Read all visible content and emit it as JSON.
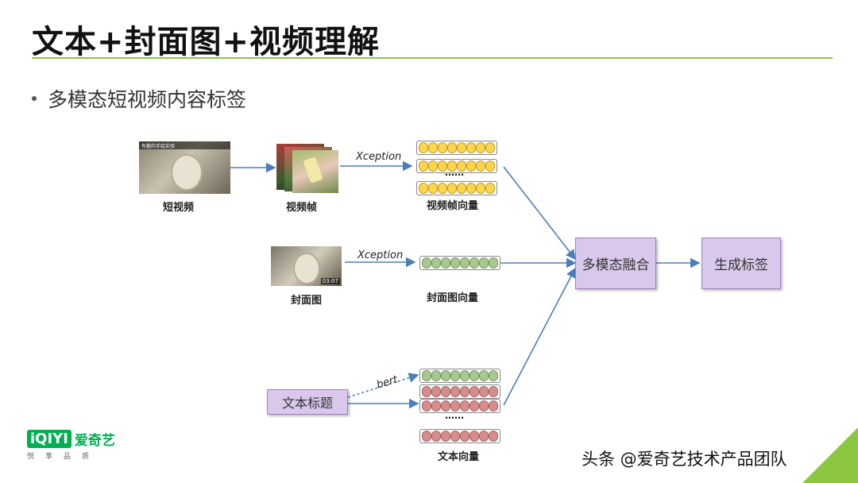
{
  "title": "文本+封面图+视频理解",
  "bullet": "多模态短视频内容标签",
  "labels": {
    "short_video": "短视频",
    "video_frames": "视频帧",
    "frame_vectors": "视频帧向量",
    "cover_image": "封面图",
    "cover_vector": "封面图向量",
    "text_vectors": "文本向量"
  },
  "edge_labels": {
    "xception_1": "Xception",
    "xception_2": "Xception",
    "bert": "bert"
  },
  "ellipsis": "……",
  "thumb_texts": {
    "video_caption": "有趣的手绘实验",
    "cover_time": "03:07"
  },
  "boxes": {
    "title_text": "文本标题",
    "fusion": "多模态融合",
    "generate": "生成标签"
  },
  "logo": {
    "mark": "iQIYI",
    "name": "爱奇艺",
    "sub": "悦享品质"
  },
  "watermark": "头条 @爱奇艺技术产品团队",
  "colors": {
    "accent": "#8cc63f",
    "box_fill": "#d9c8eb",
    "arrow": "#4a7ebb",
    "yellow_token": "#ffd54a",
    "green_token": "#a8c98e",
    "red_token": "#d98c8c",
    "logo_green": "#00b050"
  }
}
